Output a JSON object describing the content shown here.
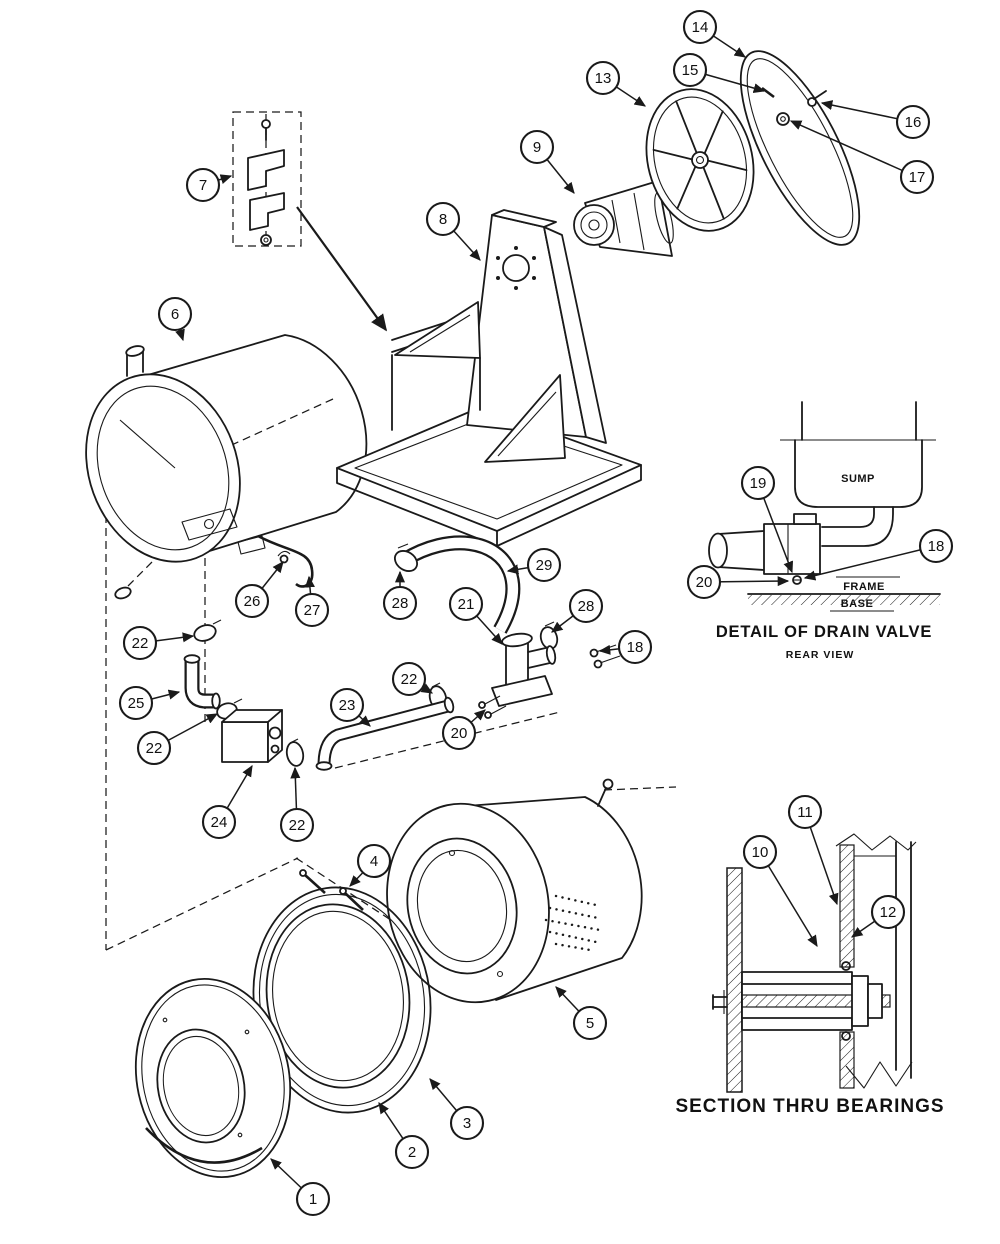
{
  "page": {
    "background": "#ffffff",
    "ink": "#1a1a1a"
  },
  "callouts": [
    {
      "label": "14"
    },
    {
      "label": "13"
    },
    {
      "label": "15"
    },
    {
      "label": "16"
    },
    {
      "label": "17"
    },
    {
      "label": "9"
    },
    {
      "label": "7"
    },
    {
      "label": "8"
    },
    {
      "label": "6"
    },
    {
      "label": "29"
    },
    {
      "label": "26"
    },
    {
      "label": "27"
    },
    {
      "label": "28"
    },
    {
      "label": "21"
    },
    {
      "label": "28"
    },
    {
      "label": "18"
    },
    {
      "label": "22"
    },
    {
      "label": "25"
    },
    {
      "label": "22"
    },
    {
      "label": "23"
    },
    {
      "label": "22"
    },
    {
      "label": "20"
    },
    {
      "label": "24"
    },
    {
      "label": "22"
    },
    {
      "label": "4"
    },
    {
      "label": "5"
    },
    {
      "label": "3"
    },
    {
      "label": "2"
    },
    {
      "label": "1"
    },
    {
      "label": "19"
    },
    {
      "label": "18"
    },
    {
      "label": "20"
    },
    {
      "label": "10"
    },
    {
      "label": "11"
    },
    {
      "label": "12"
    }
  ],
  "drain_valve_inset": {
    "sump": "SUMP",
    "frame": "FRAME",
    "base": "BASE",
    "title": "DETAIL OF DRAIN VALVE",
    "subtitle": "REAR VIEW"
  },
  "bearing_inset": {
    "title": "SECTION THRU BEARINGS"
  }
}
